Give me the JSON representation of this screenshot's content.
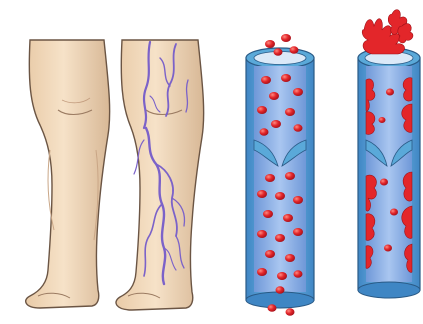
{
  "illustration": {
    "panels": [
      {
        "name": "healthy-leg"
      },
      {
        "name": "varicose-leg"
      },
      {
        "name": "healthy-vein-cross-section"
      },
      {
        "name": "clotted-vein-cross-section"
      }
    ],
    "colors": {
      "skin": "#f3dcc0",
      "skin_shadow": "#d9b998",
      "outline": "#6b5544",
      "vein_purple": "#7b62c9",
      "vein_wall_blue": "#5aa9d9",
      "vein_lumen_blue": "#8fb6e8",
      "blood_red": "#e3262a"
    }
  }
}
